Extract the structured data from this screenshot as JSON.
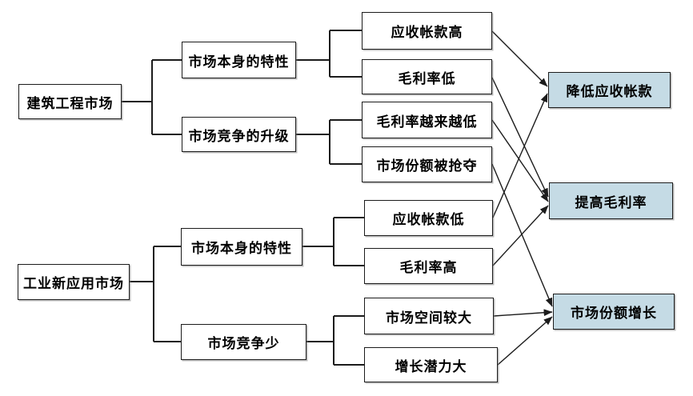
{
  "diagram": {
    "colors": {
      "goal_fill": "#c5dbe5",
      "box_border": "#1c1c1c",
      "line": "#1c1c1c",
      "background": "#ffffff"
    },
    "roots": [
      {
        "id": "construction-market",
        "label": "建筑工程市场"
      },
      {
        "id": "industrial-new-application-market",
        "label": "工业新应用市场"
      }
    ],
    "branches": [
      {
        "id": "market-own-characteristics-top",
        "label": "市场本身的特性",
        "parent": "建筑工程市场"
      },
      {
        "id": "market-competition-upgrade",
        "label": "市场竞争的升级",
        "parent": "建筑工程市场"
      },
      {
        "id": "market-own-characteristics-bottom",
        "label": "市场本身的特性",
        "parent": "工业新应用市场"
      },
      {
        "id": "less-market-competition",
        "label": "市场竞争少",
        "parent": "工业新应用市场"
      }
    ],
    "leaves": [
      {
        "id": "high-accounts-receivable",
        "label": "应收帐款高",
        "parent": "市场本身的特性"
      },
      {
        "id": "low-gross-margin",
        "label": "毛利率低",
        "parent": "市场本身的特性"
      },
      {
        "id": "gross-margin-getting-lower",
        "label": "毛利率越来越低",
        "parent": "市场竞争的升级"
      },
      {
        "id": "market-share-seized",
        "label": "市场份额被抢夺",
        "parent": "市场竞争的升级"
      },
      {
        "id": "low-accounts-receivable",
        "label": "应收帐款低",
        "parent": "市场本身的特性"
      },
      {
        "id": "high-gross-margin",
        "label": "毛利率高",
        "parent": "市场本身的特性"
      },
      {
        "id": "large-market-space",
        "label": "市场空间较大",
        "parent": "市场竞争少"
      },
      {
        "id": "large-growth-potential",
        "label": "增长潜力大",
        "parent": "市场竞争少"
      }
    ],
    "goals": [
      {
        "id": "reduce-accounts-receivable",
        "label": "降低应收帐款"
      },
      {
        "id": "increase-gross-margin",
        "label": "提高毛利率"
      },
      {
        "id": "market-share-growth",
        "label": "市场份额增长"
      }
    ],
    "arrows": [
      {
        "from": "应收帐款高",
        "to": "降低应收帐款"
      },
      {
        "from": "应收帐款低",
        "to": "降低应收帐款"
      },
      {
        "from": "毛利率低",
        "to": "提高毛利率"
      },
      {
        "from": "毛利率越来越低",
        "to": "提高毛利率"
      },
      {
        "from": "毛利率高",
        "to": "提高毛利率"
      },
      {
        "from": "市场份额被抢夺",
        "to": "市场份额增长"
      },
      {
        "from": "市场空间较大",
        "to": "市场份额增长"
      },
      {
        "from": "增长潜力大",
        "to": "市场份额增长"
      }
    ]
  }
}
